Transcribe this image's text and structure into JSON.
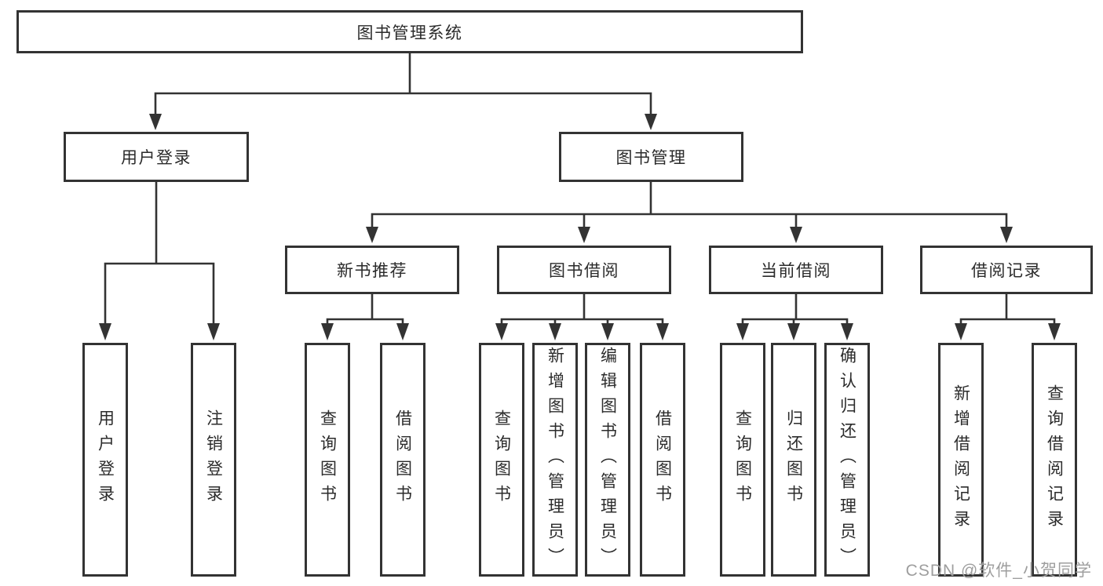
{
  "watermark": {
    "text": "CSDN @软件_小贺同学",
    "color": "#9e9e9e"
  },
  "diagram": {
    "line_color": "#333333",
    "root": {
      "label": "图书管理系统"
    },
    "tree": [
      {
        "label": "用户登录",
        "children": [
          {
            "label": "用户登录"
          },
          {
            "label": "注销登录"
          }
        ]
      },
      {
        "label": "图书管理",
        "children": [
          {
            "label": "新书推荐",
            "children": [
              {
                "label": "查询图书"
              },
              {
                "label": "借阅图书"
              }
            ]
          },
          {
            "label": "图书借阅",
            "children": [
              {
                "label": "查询图书"
              },
              {
                "label": "新增图书（管理员）"
              },
              {
                "label": "编辑图书（管理员）"
              },
              {
                "label": "借阅图书"
              }
            ]
          },
          {
            "label": "当前借阅",
            "children": [
              {
                "label": "查询图书"
              },
              {
                "label": "归还图书"
              },
              {
                "label": "确认归还（管理员）"
              }
            ]
          },
          {
            "label": "借阅记录",
            "children": [
              {
                "label": "新增借阅记录"
              },
              {
                "label": "查询借阅记录"
              }
            ]
          }
        ]
      }
    ]
  }
}
